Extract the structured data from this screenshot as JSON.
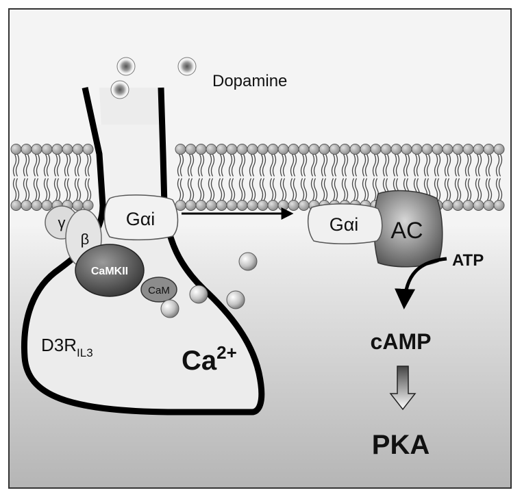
{
  "labels": {
    "ligand": "Dopamine",
    "g_alpha_receptor": "Gαi",
    "g_alpha_ac": "Gαi",
    "gamma": "γ",
    "beta": "β",
    "camkii": "CaMKII",
    "cam": "CaM",
    "receptor_main": "D3R",
    "receptor_sub": "IL3",
    "calcium_main": "Ca",
    "calcium_sup": "2+",
    "adenylyl_cyclase": "AC",
    "substrate": "ATP",
    "product": "cAMP",
    "effector": "PKA"
  },
  "colors": {
    "background_top": "#f2f2f2",
    "background_bottom": "#b9b9b9",
    "membrane_head": "#a8a8a8",
    "outline": "#000000"
  }
}
